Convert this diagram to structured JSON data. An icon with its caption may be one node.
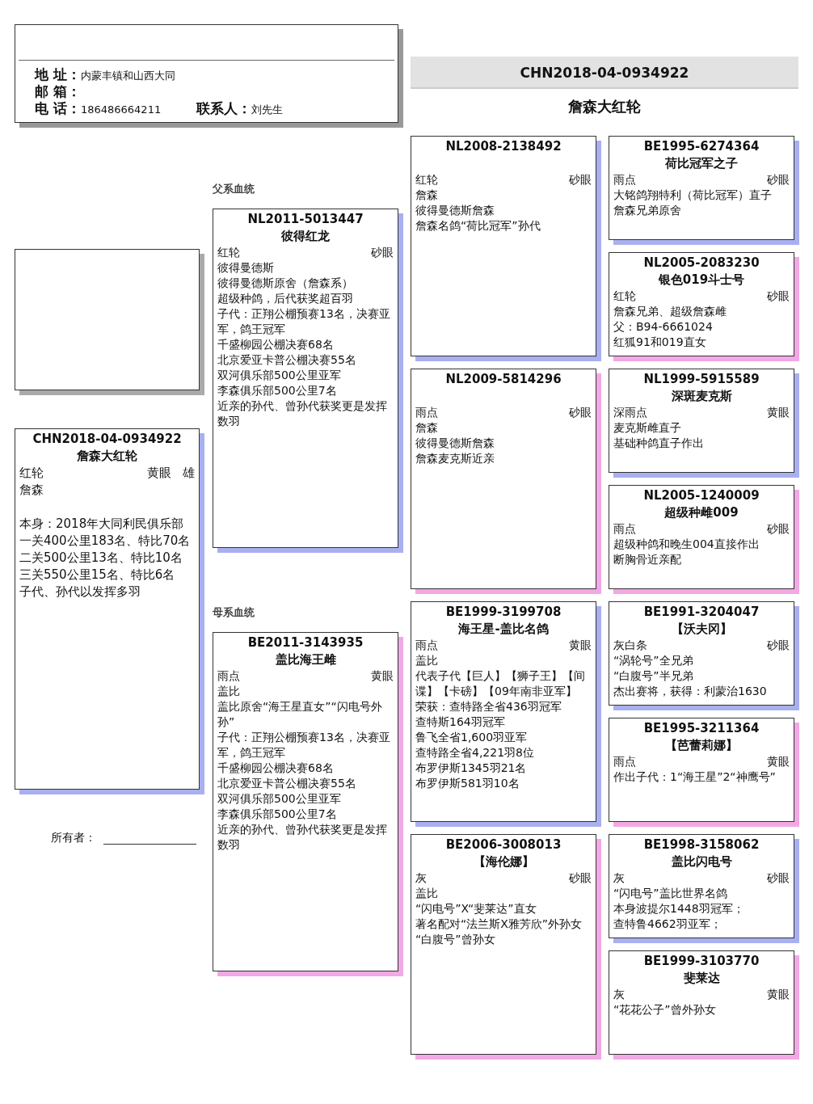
{
  "diagram": {
    "nodes": [
      {
        "text": [
          "地 址：",
          "内蒙丰镇和山西大同",
          "邮 箱：",
          "电 话：",
          "186486664211",
          "联系人：",
          "刘先生"
        ]
      },
      {
        "text": [
          "CHN2018-04-0934922"
        ]
      },
      {
        "text": [],
        "shape": "box"
      },
      {
        "text": [
          "CHN2018-04-0934922",
          "詹森大红轮",
          "红轮",
          "黄眼",
          "雄",
          "詹森",
          "本身：2018年大同利民俱乐部",
          "一关400公里183名、特比70名",
          "二关500公里13名、特比10名",
          "三关550公里15名、特比6名",
          "子代、孙代以发挥多羽"
        ]
      },
      {
        "text": [
          "NL2011-5013447",
          "彼得红龙",
          "红轮",
          "砂眼",
          "彼得曼德斯",
          "彼得曼德斯原舍（詹森系）",
          "超级种鸽，后代获奖超百羽",
          "子代：正翔公棚预赛13名，决赛亚军，鸽王冠军",
          "千盛柳园公棚决赛68名",
          "北京爱亚卡普公棚决赛55名",
          "双河俱乐部500公里亚军",
          "李森俱乐部500公里7名",
          "近亲的孙代、曾孙代获奖更是发挥数羽"
        ]
      },
      {
        "text": [
          "BE2011-3143935",
          "盖比海王雌",
          "雨点",
          "黄眼",
          "盖比",
          "盖比原舍“海王星直女”“闪电号外孙”",
          "子代：正翔公棚预赛13名，决赛亚军，鸽王冠军",
          "千盛柳园公棚决赛68名",
          "北京爱亚卡普公棚决赛55名",
          "双河俱乐部500公里亚军",
          "李森俱乐部500公里7名",
          "近亲的孙代、曾孙代获奖更是发挥数羽"
        ]
      },
      {
        "text": [
          "NL2008-2138492",
          "红轮",
          "砂眼",
          "詹森",
          "彼得曼德斯詹森",
          "詹森名鸽“荷比冠军”孙代"
        ]
      },
      {
        "text": [
          "NL2009-5814296",
          "雨点",
          "砂眼",
          "詹森",
          "彼得曼德斯詹森",
          "詹森麦克斯近亲"
        ]
      },
      {
        "text": [
          "BE1999-3199708",
          "海王星-盖比名鸽",
          "雨点",
          "黄眼",
          "盖比",
          "代表子代【巨人】【狮子王】【间谍】【卡磅】【09年南非亚军】",
          "荣获：查特路全省436羽冠军",
          "查特斯164羽冠军",
          "鲁飞全省1,600羽亚军",
          "查特路全省4,221羽8位",
          "布罗伊斯1345羽21名",
          "布罗伊斯581羽10名"
        ]
      },
      {
        "text": [
          "BE2006-3008013",
          "【海伦娜】",
          "灰",
          "砂眼",
          "盖比",
          "“闪电号”X“斐莱达”直女",
          "著名配对“法兰斯X雅芳欣”外孙女",
          "“白腹号”曾孙女"
        ]
      },
      {
        "text": [
          "BE1995-6274364",
          "荷比冠军之子",
          "雨点",
          "砂眼",
          "大铭鸽翔特利（荷比冠军）直子",
          "詹森兄弟原舍"
        ]
      },
      {
        "text": [
          "NL2005-2083230",
          "银色019斗士号",
          "红轮",
          "砂眼",
          "詹森兄弟、超级詹森雌",
          "父：B94-6661024",
          "红狐91和019直女"
        ]
      },
      {
        "text": [
          "NL1999-5915589",
          "深斑麦克斯",
          "深雨点",
          "黄眼",
          "麦克斯雌直子",
          "基础种鸽直子作出"
        ]
      },
      {
        "text": [
          "NL2005-1240009",
          "超级种雌009",
          "雨点",
          "砂眼",
          "超级种鸽和晚生004直接作出",
          "断胸骨近亲配"
        ]
      },
      {
        "text": [
          "BE1991-3204047",
          "【沃夫冈】",
          "灰白条",
          "砂眼",
          "“涡轮号”全兄弟",
          "“白腹号”半兄弟",
          "杰出赛将，获得：利蒙治1630"
        ]
      },
      {
        "text": [
          "BE1995-3211364",
          "【芭蕾莉娜】",
          "雨点",
          "黄眼",
          "作出子代：1“海王星”2“神鹰号”"
        ]
      },
      {
        "text": [
          "BE1998-3158062",
          "盖比闪电号",
          "灰",
          "砂眼",
          "“闪电号”盖比世界名鸽",
          "本身波提尔1448羽冠军；",
          "查特鲁4662羽亚军；"
        ]
      },
      {
        "text": [
          "BE1999-3103770",
          "斐莱达",
          "灰",
          "黄眼",
          "“花花公子”曾外孙女"
        ]
      }
    ],
    "labels": [
      "詹森大红轮",
      "父系血统",
      "母系血统",
      "所有者："
    ]
  }
}
